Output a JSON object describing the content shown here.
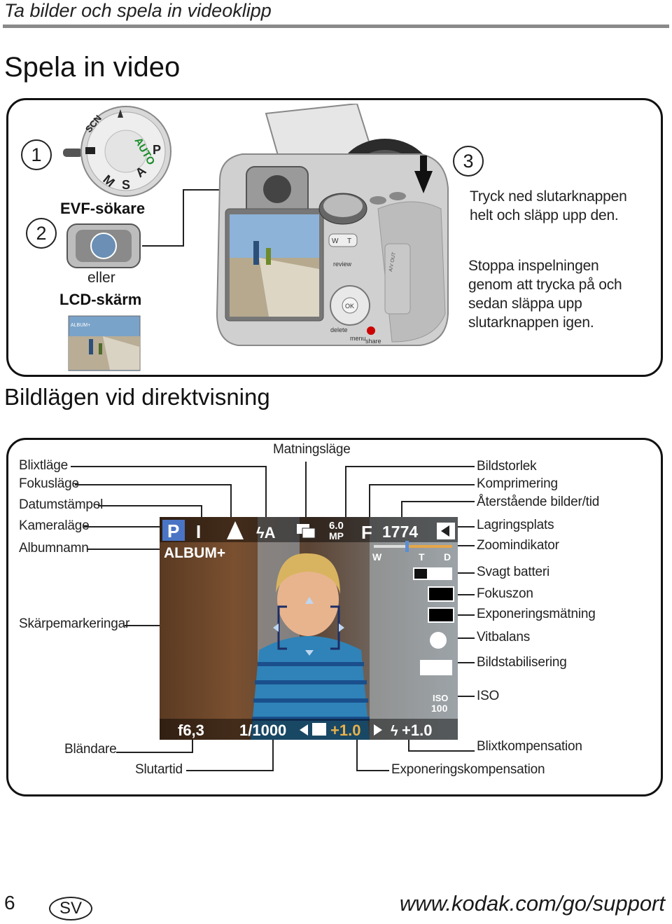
{
  "header": {
    "title": "Ta bilder och spela in videoklipp"
  },
  "section1": {
    "title": "Spela in video",
    "steps": [
      {
        "number": "1"
      },
      {
        "number": "2",
        "evf_label": "EVF-sökare",
        "or_label": "eller",
        "lcd_label": "LCD-skärm"
      },
      {
        "number": "3",
        "text_line1": "Tryck ned slutarknappen",
        "text_line2": "helt och släpp upp den.",
        "stop_line1": "Stoppa inspelningen",
        "stop_line2": "genom att trycka på och",
        "stop_line3": "sedan släppa upp",
        "stop_line4": "slutarknappen igen."
      }
    ]
  },
  "section2": {
    "title": "Bildlägen vid direktvisning",
    "left_labels": [
      "Blixtläge",
      "Fokusläge",
      "Datumstämpel",
      "Kameraläge",
      "Albumnamn",
      "Skärpemarkeringar"
    ],
    "top_label": "Matningsläge",
    "right_labels": [
      "Bildstorlek",
      "Komprimering",
      "Återstående bilder/tid",
      "Lagringsplats",
      "Zoomindikator",
      "Svagt batteri",
      "Fokuszon",
      "Exponeringsmätning",
      "Vitbalans",
      "Bildstabilisering",
      "ISO"
    ],
    "bottom_labels": {
      "aperture": "Bländare",
      "shutter": "Slutartid",
      "exposure": "Exponeringskompensation",
      "flash_comp": "Blixtkompensation"
    },
    "osd": {
      "mode": "P",
      "album": "ALBUM+",
      "megapixels_top": "6.0",
      "megapixels_bottom": "MP",
      "compression": "F",
      "remaining": "1774",
      "zoom_w": "W",
      "zoom_t": "T",
      "zoom_d": "D",
      "aperture_value": "f6,3",
      "shutter_value": "1/1000",
      "ev_value": "+1.0",
      "flash_value": "+1.0",
      "iso_top": "ISO",
      "iso_bottom": "100"
    }
  },
  "camera_labels": {
    "review": "review",
    "delete": "delete",
    "menu": "menu",
    "share": "share",
    "ok": "OK",
    "w": "W",
    "t": "T",
    "av_out": "A/V OUT",
    "lcd_album": "ALBUM+"
  },
  "mode_dial": {
    "auto": "AUTO",
    "p": "P",
    "a": "A",
    "s": "S",
    "m": "M",
    "scn": "SCN"
  },
  "footer": {
    "page": "6",
    "lang": "SV",
    "url": "www.kodak.com/go/support"
  }
}
